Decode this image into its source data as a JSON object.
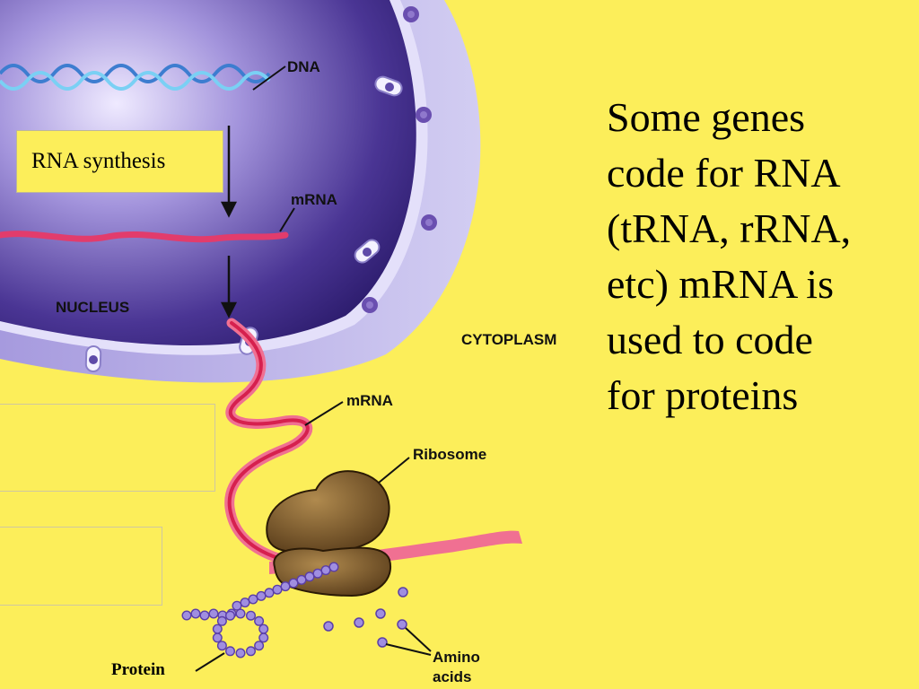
{
  "labels": {
    "dna": "DNA",
    "mrna_nucleus": "mRNA",
    "nucleus": "NUCLEUS",
    "cytoplasm": "CYTOPLASM",
    "mrna_cytoplasm": "mRNA",
    "ribosome": "Ribosome",
    "amino_line1": "Amino",
    "amino_line2": "acids",
    "protein": "Protein"
  },
  "callout": {
    "rna_synthesis": "RNA synthesis"
  },
  "slide_text": {
    "lines": [
      "Some genes",
      "code for RNA",
      "(tRNA, rRNA,",
      "etc)  mRNA is",
      "used to code",
      "for proteins"
    ]
  },
  "colors": {
    "background": "#fcee5a",
    "nucleus_outer": "#b8aee6",
    "nucleus_inner": "#3d2a86",
    "dna_strand": "#4a9ad8",
    "mrna_strand": "#f06088",
    "ribosome": "#7a5a2e",
    "amino_acid": "#a08ee0"
  }
}
